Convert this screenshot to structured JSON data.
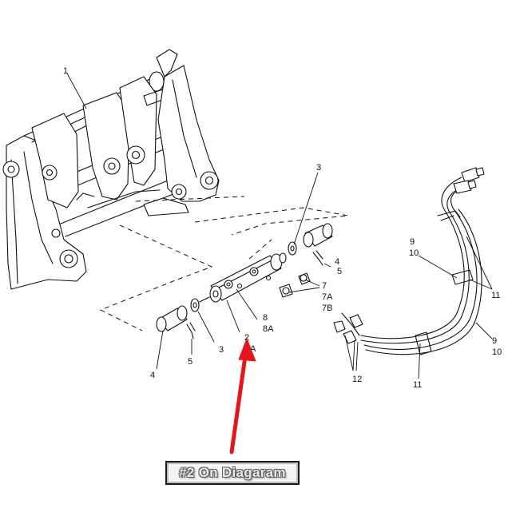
{
  "labels": {
    "l1": "1",
    "l3a": "3",
    "l4a": "4",
    "l5a": "5",
    "l7": "7",
    "l7a": "7A",
    "l7b": "7B",
    "l8": "8",
    "l8a": "8A",
    "l2": "2",
    "l2a": "A",
    "l3b": "3",
    "l4b": "4",
    "l5b": "5",
    "l9a": "9",
    "l10a": "10",
    "l11a": "11",
    "l9b": "9",
    "l10b": "10",
    "l11b": "11",
    "l12": "12"
  },
  "callout": {
    "text": "#2 On Diagaram"
  },
  "colors": {
    "arrow": "#e8141c",
    "line": "#111111"
  }
}
